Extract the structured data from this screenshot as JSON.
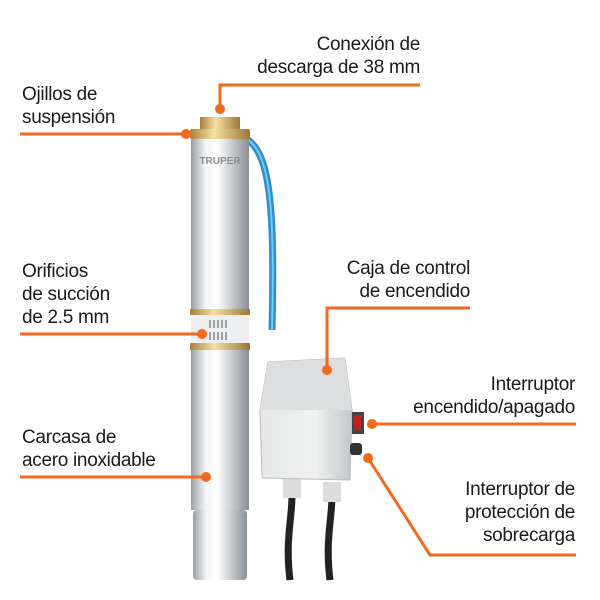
{
  "brand": "TRUPER",
  "accent_color": "#f26a21",
  "labels": {
    "discharge": [
      "Conexión de",
      "descarga de 38 mm"
    ],
    "eyelets": [
      "Ojillos de",
      "suspensión"
    ],
    "suction": [
      "Orificios",
      "de succión",
      "de 2.5 mm"
    ],
    "housing": [
      "Carcasa de",
      "acero inoxidable"
    ],
    "control_box": [
      "Caja de control",
      "de encendido"
    ],
    "power_switch": [
      "Interruptor",
      "encendido/apagado"
    ],
    "overload": [
      "Interruptor de",
      "protección de",
      "sobrecarga"
    ]
  }
}
